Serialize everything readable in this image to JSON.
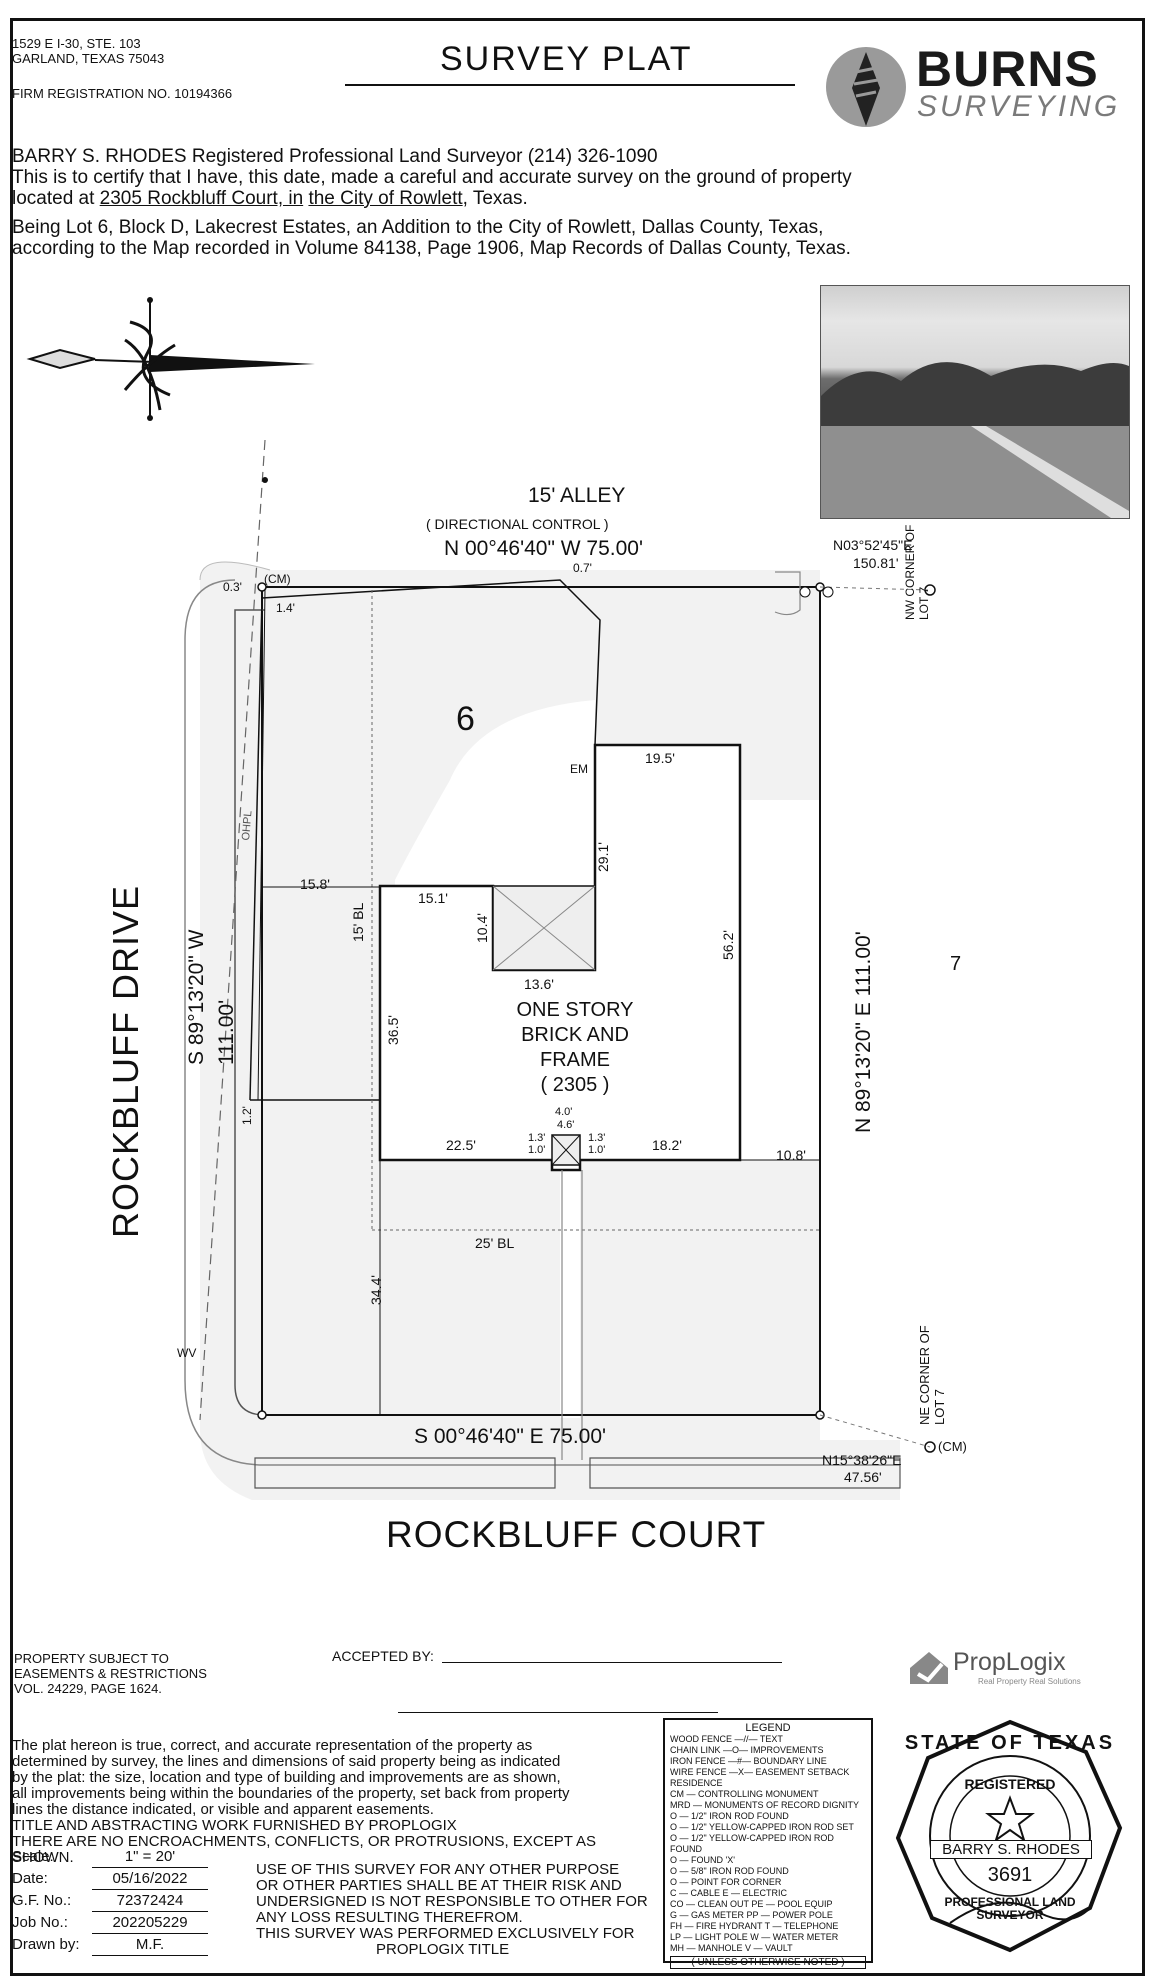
{
  "header": {
    "address_line1": "1529 E I-30, STE. 103",
    "address_line2": "GARLAND, TEXAS 75043",
    "firm_registration": "FIRM REGISTRATION NO. 10194366",
    "title": "SURVEY PLAT",
    "logo_main": "BURNS",
    "logo_sub": "SURVEYING"
  },
  "certification": {
    "line1": "BARRY S. RHODES Registered Professional Land Surveyor (214) 326-1090",
    "line2": "This is to certify that I have, this date, made a careful and accurate survey on the ground of property",
    "line3_prefix": "located at ",
    "address": "2305 Rockbluff Court, in",
    "line3_mid": " ",
    "city": "the City of Rowlett",
    "line3_suffix": ", Texas.",
    "legal1": "Being Lot 6, Block D, Lakecrest Estates, an Addition to the City of Rowlett, Dallas County, Texas,",
    "legal2": "according to the Map recorded in Volume 84138, Page 1906, Map Records of Dallas County, Texas."
  },
  "plat": {
    "alley": "15' ALLEY",
    "directional_control": "( DIRECTIONAL CONTROL )",
    "north_bearing": "N 00°46'40\" W 75.00'",
    "tie_ne": "N03°52'45\"E",
    "tie_ne_dist": "150.81'",
    "nw_corner_lot7": "NW CORNER OF LOT 7",
    "ne_corner_lot7": "NE CORNER OF LOT 7",
    "lot_number": "6",
    "adjacent_lot": "7",
    "west_bearing": "S 89°13'20\" W",
    "west_dist": "111.00'",
    "east_bearing": "N 89°13'20\" E 111.00'",
    "south_bearing": "S 00°46'40\" E 75.00'",
    "tie_se": "N15°38'26\"E",
    "tie_se_dist": "47.56'",
    "street_west": "ROCKBLUFF DRIVE",
    "street_south": "ROCKBLUFF COURT",
    "house_line1": "ONE STORY",
    "house_line2": "BRICK AND",
    "house_line3": "FRAME",
    "house_number": "( 2305 )",
    "bl_side": "15' BL",
    "bl_front": "25' BL",
    "cm": "(CM)",
    "em": "EM",
    "dims": {
      "d_03": "0.3'",
      "d_07": "0.7'",
      "d_14": "1.4'",
      "d_158": "15.8'",
      "d_151": "15.1'",
      "d_104": "10.4'",
      "d_136": "13.6'",
      "d_291": "29.1'",
      "d_195": "19.5'",
      "d_562": "56.2'",
      "d_365": "36.5'",
      "d_225": "22.5'",
      "d_182": "18.2'",
      "d_108": "10.8'",
      "d_40": "4.0'",
      "d_46": "4.6'",
      "d_13a": "1.3'",
      "d_13b": "1.3'",
      "d_10a": "1.0'",
      "d_10b": "1.0'",
      "d_12": "1.2'",
      "d_344": "34.4'"
    },
    "ohpl": "OHPL",
    "wv": "WV"
  },
  "footer": {
    "easements1": "PROPERTY SUBJECT TO",
    "easements2": "EASEMENTS & RESTRICTIONS",
    "easements3": "VOL. 24229, PAGE 1624.",
    "accepted_by": "ACCEPTED BY:",
    "proplogix": "PropLogix",
    "proplogix_tag": "Real Property Real Solutions",
    "statement": [
      "The plat hereon is true, correct, and accurate representation of the property as",
      "determined by survey, the lines and dimensions of said property being as indicated",
      "by the plat: the size, location and type of building and improvements are as shown,",
      "all improvements being within the boundaries of the property, set back from property",
      "lines the distance indicated, or visible and apparent easements.",
      "TITLE AND ABSTRACTING WORK FURNISHED BY PROPLOGIX",
      "THERE ARE NO ENCROACHMENTS, CONFLICTS, OR PROTRUSIONS, EXCEPT AS SHOWN."
    ],
    "fields": [
      {
        "label": "Scale:",
        "value": "1\" = 20'"
      },
      {
        "label": "Date:",
        "value": "05/16/2022"
      },
      {
        "label": "G.F. No.:",
        "value": "72372424"
      },
      {
        "label": "Job No.:",
        "value": "202205229"
      },
      {
        "label": "Drawn by:",
        "value": "M.F."
      }
    ],
    "disclaimer": [
      "USE OF THIS SURVEY FOR ANY OTHER PURPOSE",
      "OR OTHER PARTIES SHALL BE AT THEIR RISK AND",
      "UNDERSIGNED IS NOT RESPONSIBLE TO OTHER FOR",
      "ANY LOSS RESULTING THEREFROM.",
      "THIS SURVEY WAS PERFORMED EXCLUSIVELY FOR",
      "PROPLOGIX TITLE"
    ],
    "legend_title": "LEGEND",
    "legend_rows": [
      "WOOD FENCE —//—   TEXT",
      "CHAIN LINK —O—   IMPROVEMENTS",
      "IRON FENCE —#—   BOUNDARY LINE",
      "WIRE FENCE —X—   EASEMENT SETBACK",
      "                  RESIDENCE",
      "CM — CONTROLLING MONUMENT",
      "MRD — MONUMENTS OF RECORD DIGNITY",
      "O — 1/2\" IRON ROD FOUND",
      "O — 1/2\" YELLOW-CAPPED IRON ROD SET",
      "O — 1/2\" YELLOW-CAPPED IRON ROD FOUND",
      "O — FOUND 'X'",
      "O — 5/8\" IRON ROD FOUND",
      "O — POINT FOR CORNER",
      "C — CABLE        E — ELECTRIC",
      "CO — CLEAN OUT   PE — POOL EQUIP",
      "G — GAS METER    PP — POWER POLE",
      "FH — FIRE HYDRANT  T — TELEPHONE",
      "LP — LIGHT POLE  W — WATER METER",
      "MH — MANHOLE     V — VAULT"
    ],
    "legend_note": "( UNLESS OTHERWISE NOTED )",
    "seal": {
      "top": "STATE OF TEXAS",
      "registered": "REGISTERED",
      "name": "BARRY S. RHODES",
      "number": "3691",
      "bottom": "PROFESSIONAL LAND SURVEYOR"
    }
  }
}
